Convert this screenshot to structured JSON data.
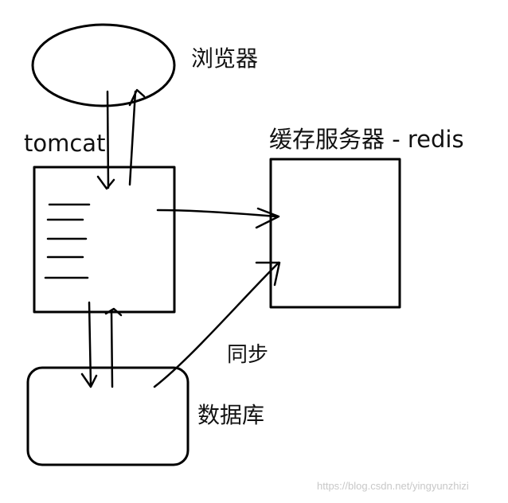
{
  "labels": {
    "browser": "浏览器",
    "tomcat": "tomcat",
    "redis": "缓存服务器 - redis",
    "sync": "同步",
    "database": "数据库"
  },
  "watermark": "https://blog.csdn.net/yingyunzhizi"
}
